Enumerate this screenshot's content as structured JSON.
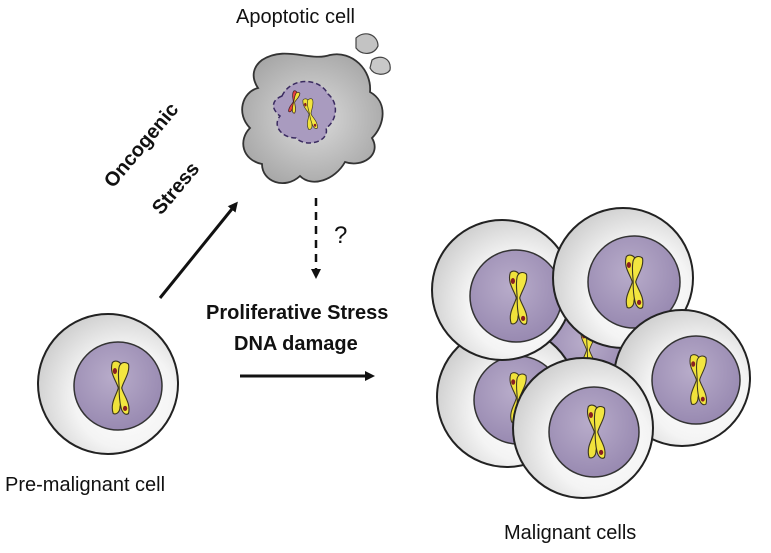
{
  "labels": {
    "apoptotic": "Apoptotic cell",
    "oncogenic_line1": "Oncogenic",
    "oncogenic_line2": "Stress",
    "question": "?",
    "proliferative": "Proliferative Stress",
    "dna": "DNA damage",
    "premalignant": "Pre-malignant cell",
    "malignant": "Malignant cells"
  },
  "colors": {
    "cell_fill": "#e9e9e9",
    "cell_stroke": "#222222",
    "nucleus_fill": "#a99bbf",
    "chromosome_fill": "#f0e23a",
    "apoptotic_fill": "#b9b9b9",
    "arrow": "#111111"
  }
}
